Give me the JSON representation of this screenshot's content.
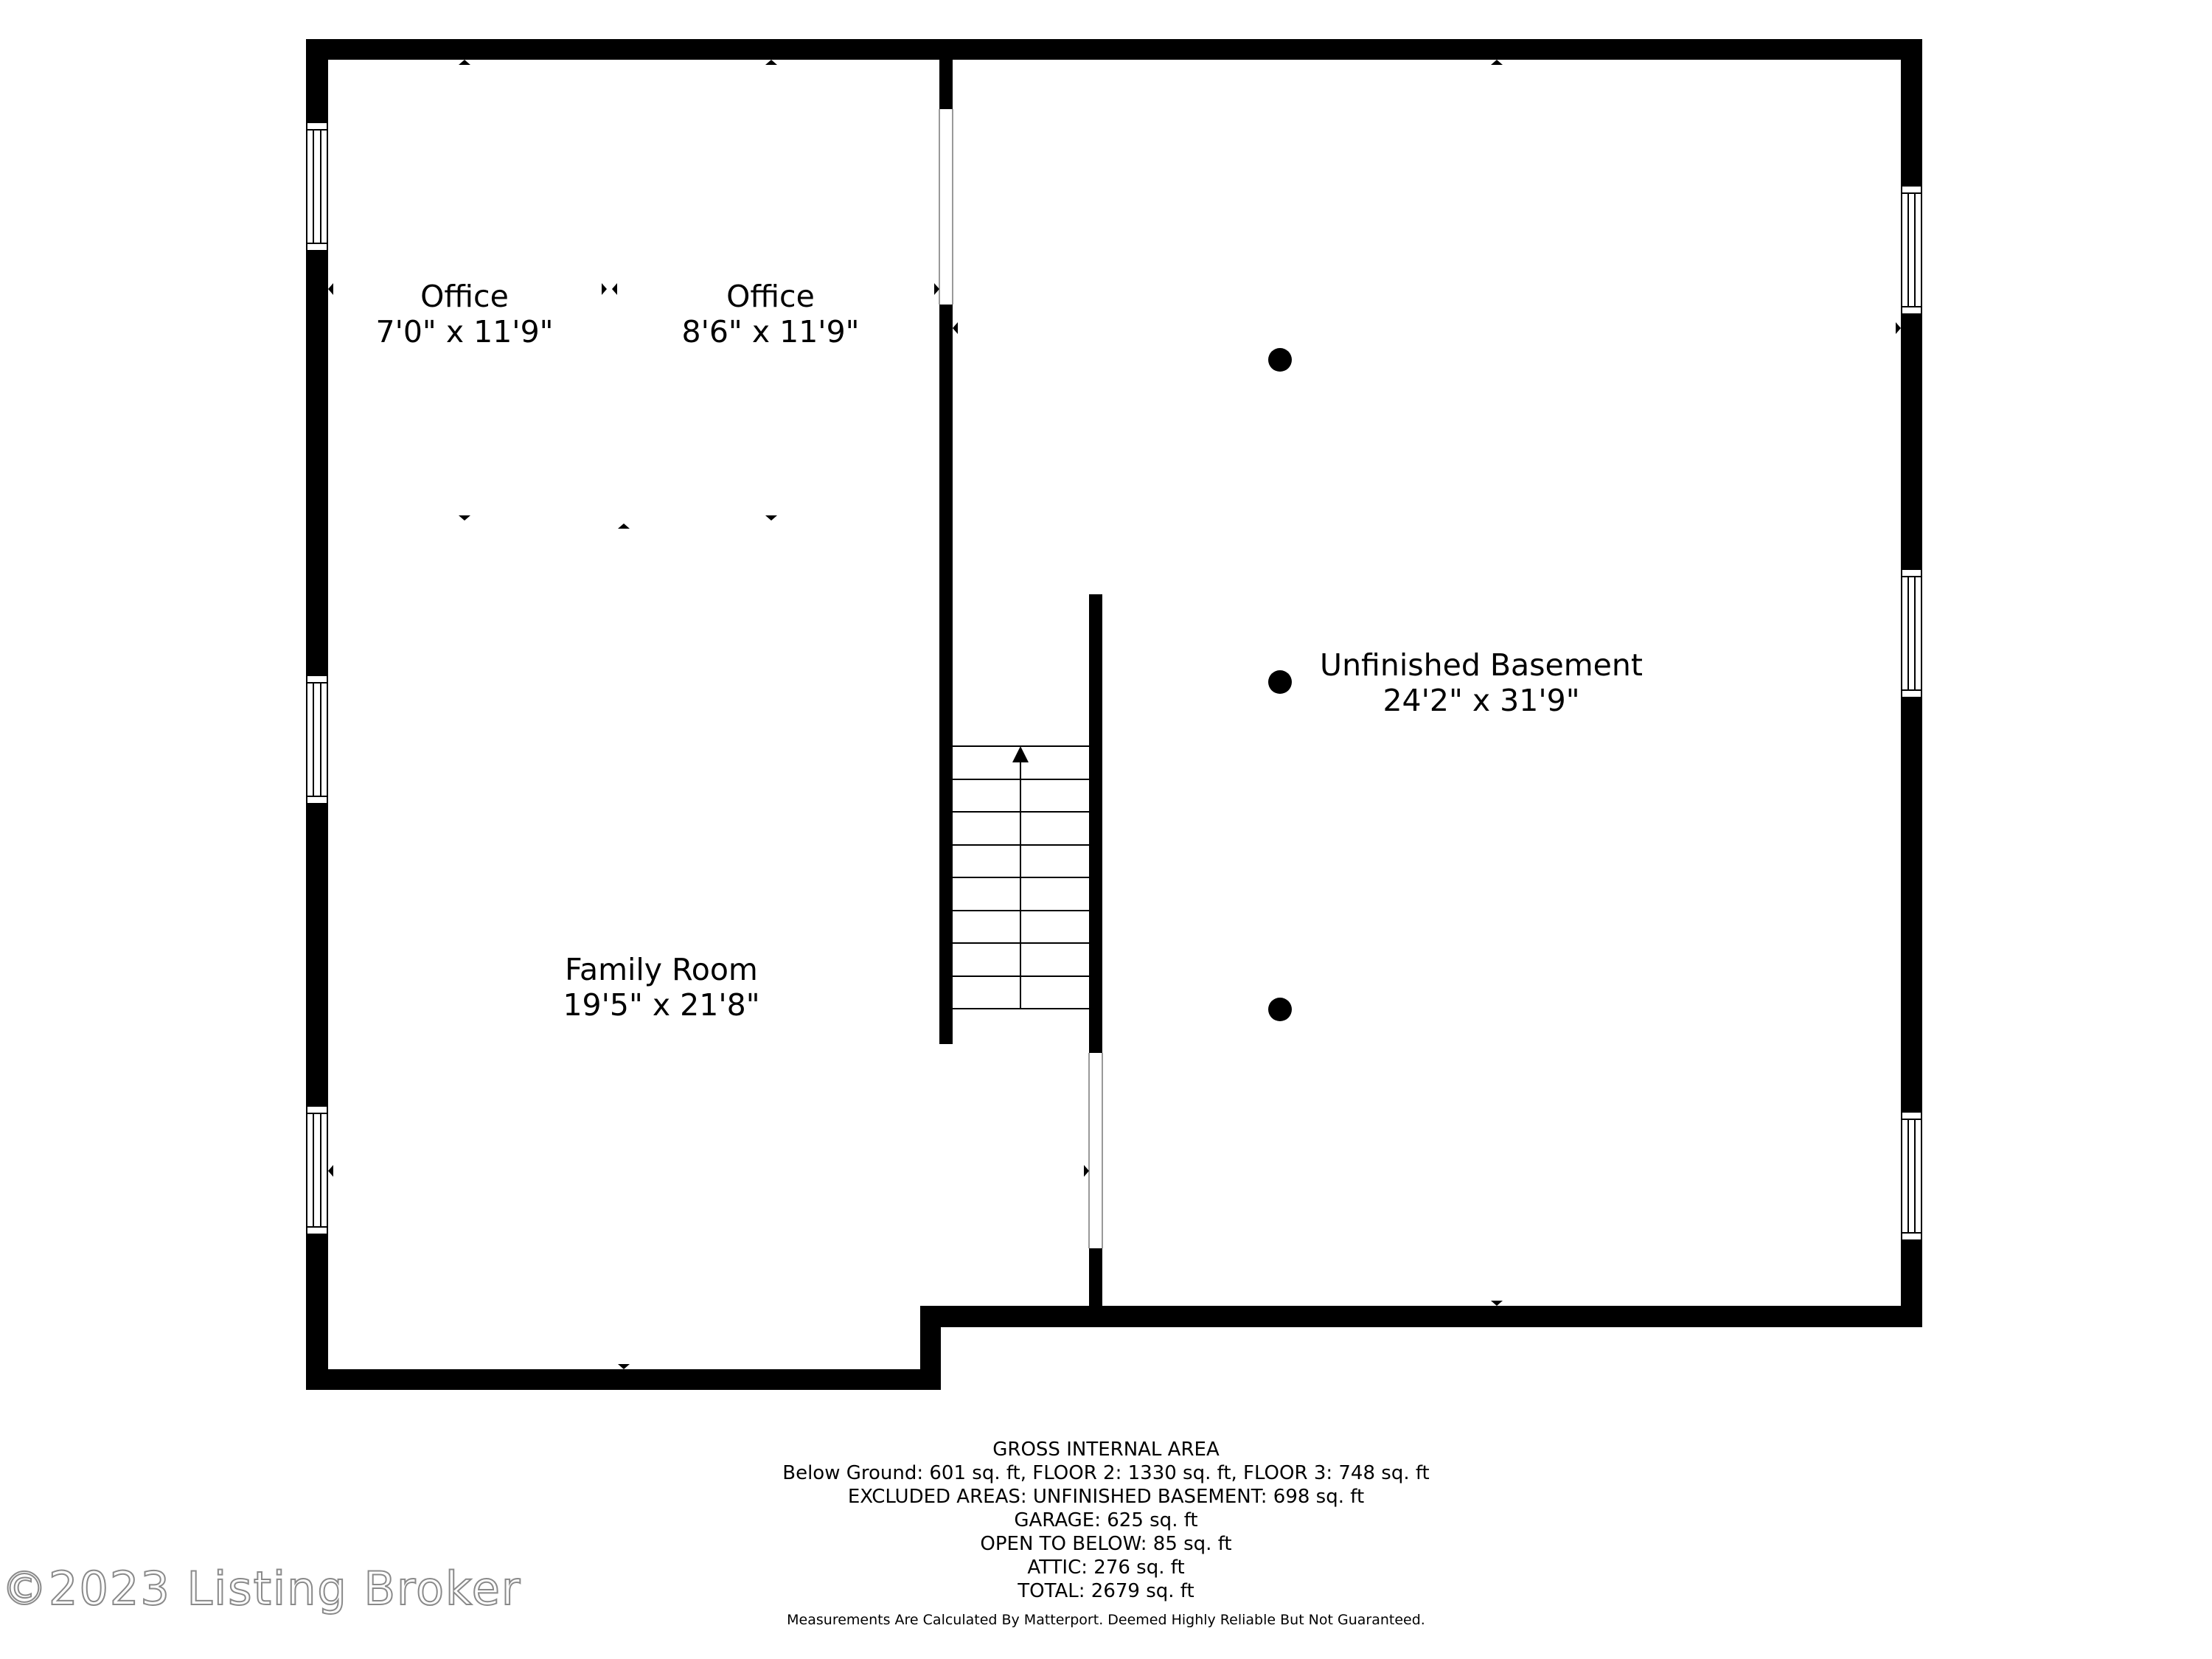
{
  "rooms": {
    "office_a": {
      "name": "Office",
      "dims": "7'0\" x 11'9\""
    },
    "office_b": {
      "name": "Office",
      "dims": "8'6\" x 11'9\""
    },
    "family_room": {
      "name": "Family Room",
      "dims": "19'5\" x 21'8\""
    },
    "unfinished_basement": {
      "name": "Unfinished Basement",
      "dims": "24'2\" x 31'9\""
    }
  },
  "area_summary": {
    "heading": "GROSS INTERNAL AREA",
    "lines": [
      "Below Ground: 601 sq. ft, FLOOR 2: 1330 sq. ft, FLOOR 3: 748 sq. ft",
      "EXCLUDED AREAS: UNFINISHED BASEMENT: 698 sq. ft",
      "GARAGE: 625 sq. ft",
      "OPEN TO BELOW: 85 sq. ft",
      "ATTIC: 276 sq. ft",
      "TOTAL: 2679 sq. ft"
    ],
    "disclaimer": "Measurements Are Calculated By Matterport. Deemed Highly Reliable But Not Guaranteed."
  },
  "watermark": "©2023 Listing Broker",
  "colors": {
    "wall": "#000000",
    "background": "#ffffff"
  }
}
